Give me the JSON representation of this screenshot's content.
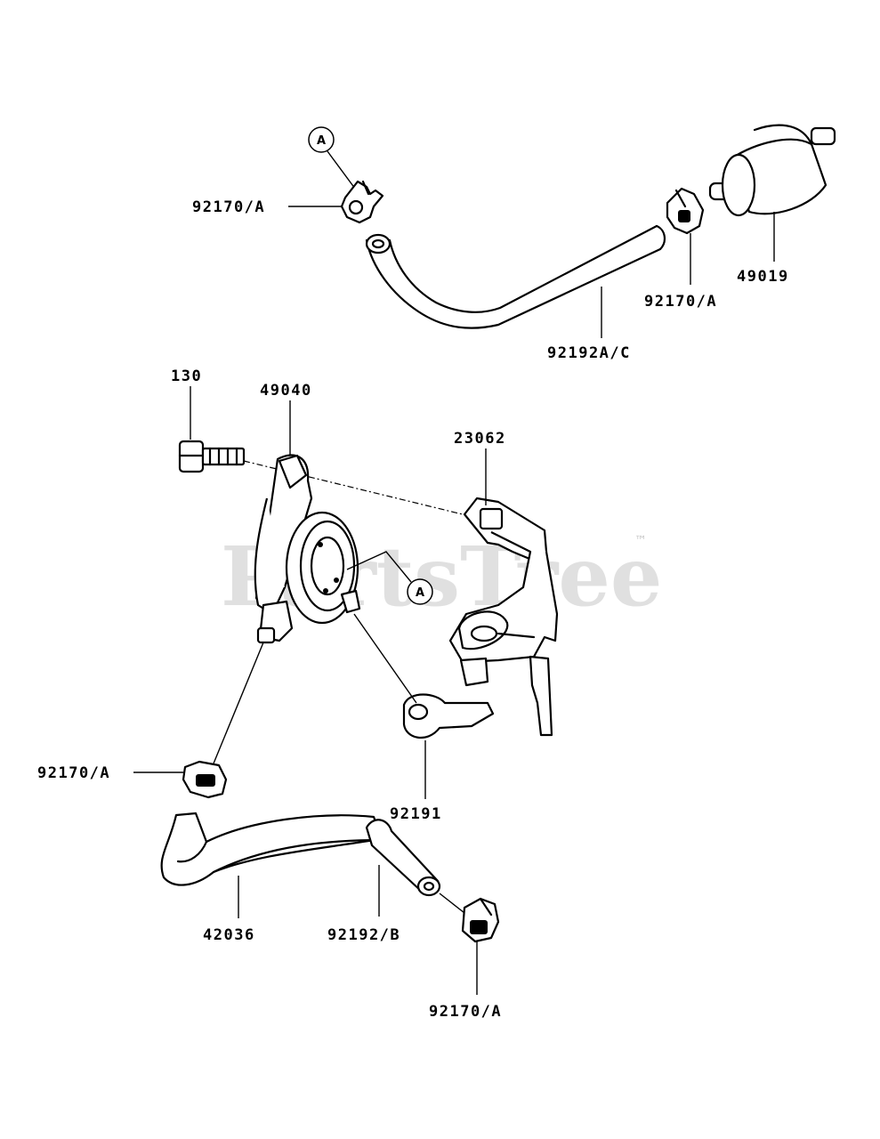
{
  "watermark": {
    "text": "PartsTree",
    "trademark": "™"
  },
  "reference_marker": "A",
  "labels": {
    "clamp_top_left": "92170/A",
    "clamp_top_right": "92170/A",
    "filter": "49019",
    "hose_upper": "92192A/C",
    "bolt": "130",
    "pump": "49040",
    "bracket": "23062",
    "clamp_mid_left": "92170/A",
    "fitting": "92191",
    "hose_lower_long": "42036",
    "hose_lower_short": "92192/B",
    "clamp_bottom": "92170/A"
  }
}
